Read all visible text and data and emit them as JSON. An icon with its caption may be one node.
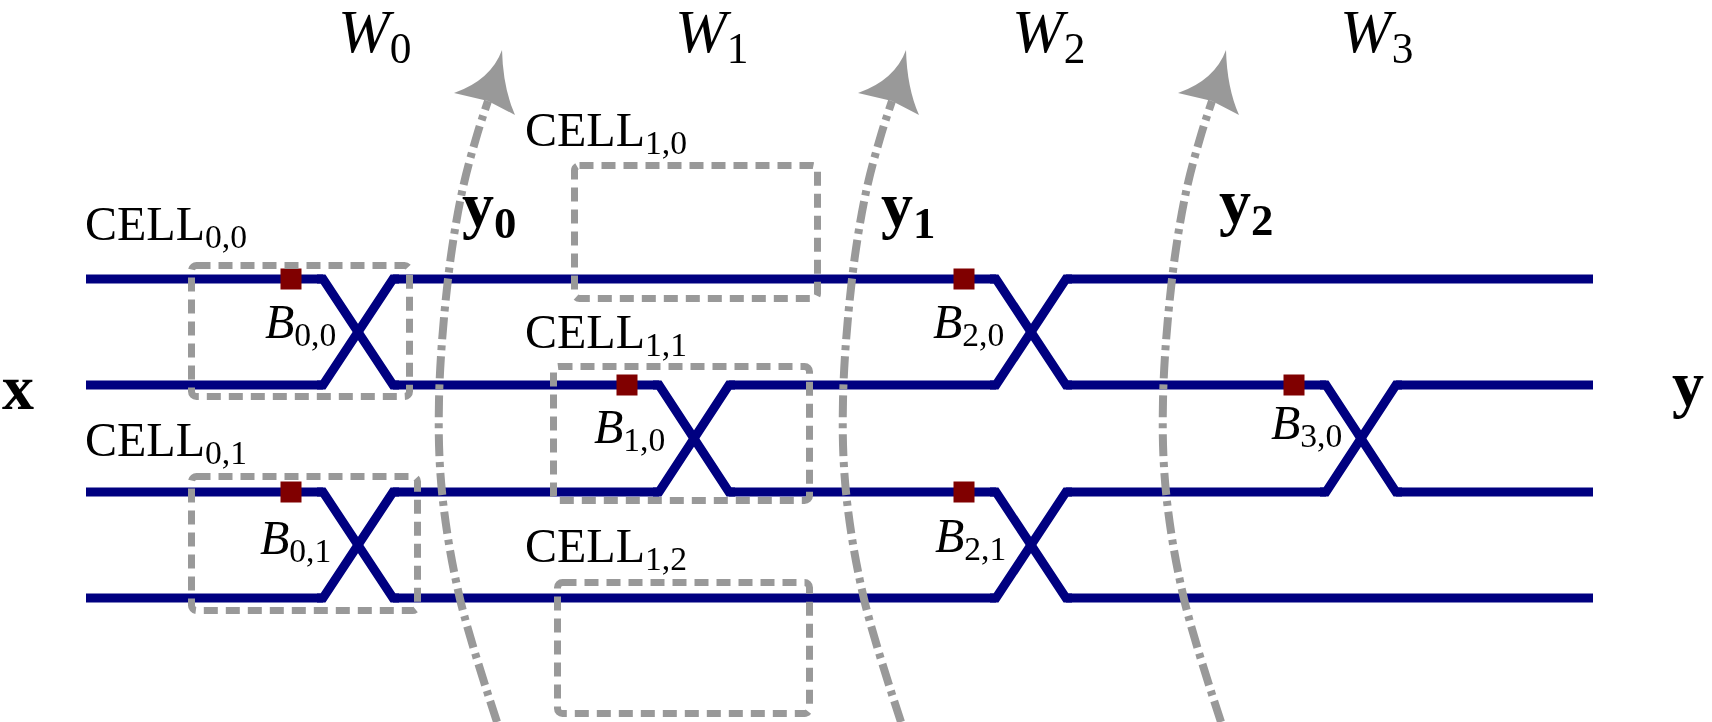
{
  "diagram": {
    "nodes": [
      {
        "text": [
          "CELL$_{0,0}$"
        ]
      },
      {
        "text": [
          "CELL$_{0,1}$"
        ]
      },
      {
        "text": [
          "CELL$_{1,0}$"
        ]
      },
      {
        "text": [
          "CELL$_{1,1}$"
        ]
      },
      {
        "text": [
          "CELL$_{1,2}$"
        ]
      }
    ],
    "labels": [
      "*W*$_{0}$",
      "*W*$_{1}$",
      "*W*$_{2}$",
      "*W*$_{3}$",
      "y$_{0}$",
      "y$_{1}$",
      "y$_{2}$",
      "*B*$_{0,0}$",
      "*B*$_{2,0}$",
      "x",
      "y",
      "*B*$_{1,0}$",
      "*B*$_{3,0}$",
      "*B*$_{0,1}$",
      "*B*$_{2,1}$"
    ]
  }
}
